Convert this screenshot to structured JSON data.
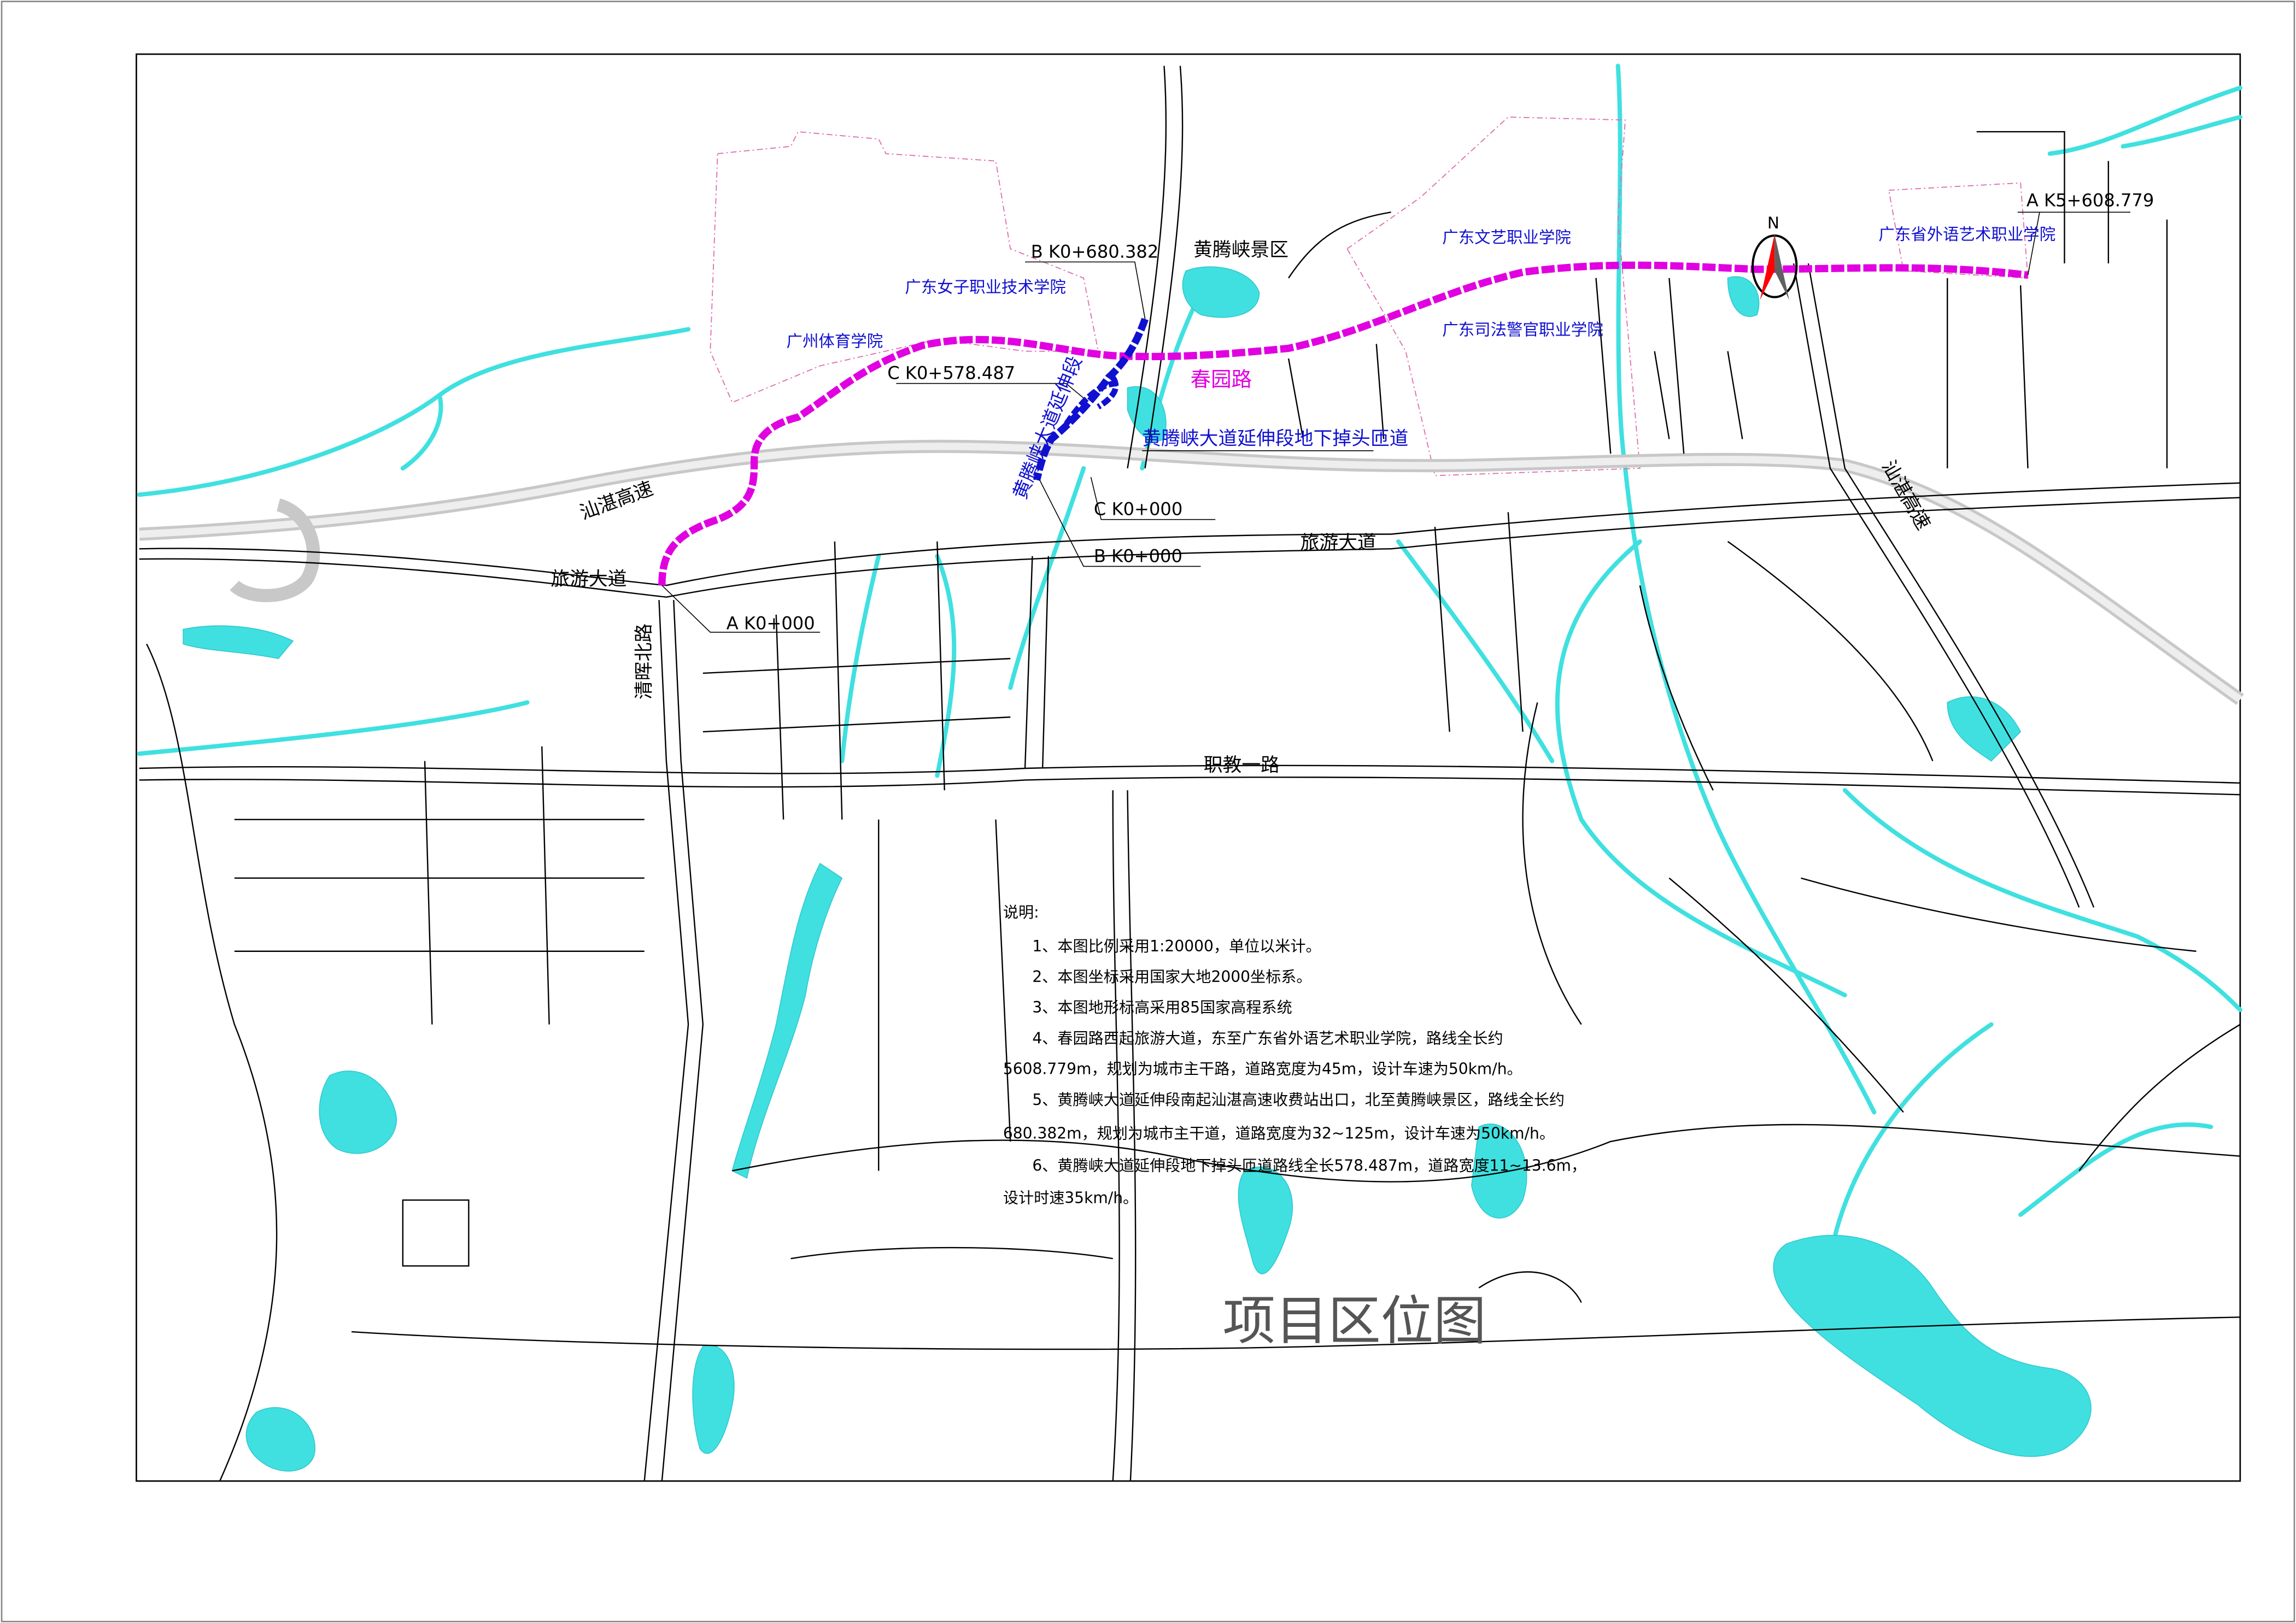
{
  "map": {
    "title": "项目区位图",
    "colors": {
      "route_a": "#e000e0",
      "route_b": "#1010d0",
      "water": "#40e0e0",
      "roads": "#000000",
      "highway": "#c8c8c8",
      "north_arrow": "#ff0000"
    },
    "compass": {
      "label": "N"
    },
    "places": {
      "guangzhou_sport": "广州体育学院",
      "women_college": "广东女子职业技术学院",
      "scenic": "黄腾峡景区",
      "arts_college": "广东文艺职业学院",
      "foreign_lang_college": "广东省外语艺术职业学院",
      "police_college": "广东司法警官职业学院"
    },
    "roads": {
      "chunyuan": "春园路",
      "extension": "黄腾峡大道延伸段",
      "uturn_ramp": "黄腾峡大道延伸段地下掉头匝道",
      "expressway_w": "汕湛高速",
      "expressway_e": "汕湛高速",
      "lvyou_1": "旅游大道",
      "lvyou_2": "旅游大道",
      "qinghui": "清晖北路",
      "zhijiao": "职教一路"
    },
    "stations": {
      "a_start": "A K0+000",
      "a_end": "A K5+608.779",
      "b_start": "B K0+000",
      "b_end": "B K0+680.382",
      "c_start": "C K0+000",
      "c_end": "C K0+578.487"
    },
    "notes": {
      "heading": "说明:",
      "lines": [
        "1、本图比例采用1:20000，单位以米计。",
        "2、本图坐标采用国家大地2000坐标系。",
        "3、本图地形标高采用85国家高程系统",
        "4、春园路西起旅游大道，东至广东省外语艺术职业学院，路线全长约",
        "5608.779m，规划为城市主干路，道路宽度为45m，设计车速为50km/h。",
        "5、黄腾峡大道延伸段南起汕湛高速收费站出口，北至黄腾峡景区，路线全长约",
        "680.382m，规划为城市主干道，道路宽度为32~125m，设计车速为50km/h。",
        "6、黄腾峡大道延伸段地下掉头匝道路线全长578.487m，道路宽度11~13.6m，",
        "设计时速35km/h。"
      ]
    }
  }
}
